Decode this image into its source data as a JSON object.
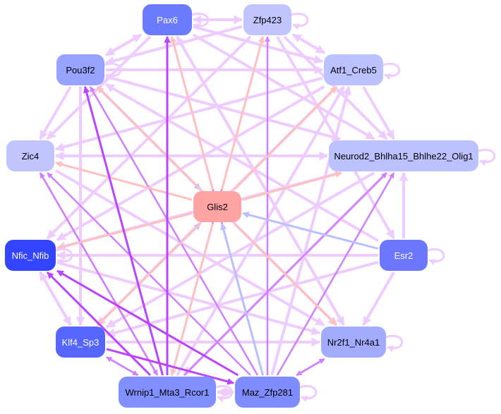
{
  "nodes": [
    {
      "id": "Pax6",
      "label": "Pax6",
      "color": "#6b7bff",
      "dark": true
    },
    {
      "id": "Zfp423",
      "label": "Zfp423",
      "color": "#c0c4ff",
      "dark": false
    },
    {
      "id": "Pou3f2",
      "label": "Pou3f2",
      "color": "#98a2ff",
      "dark": false
    },
    {
      "id": "Atf1_Creb5",
      "label": "Atf1_Creb5",
      "color": "#bcc2ff",
      "dark": false
    },
    {
      "id": "Zic4",
      "label": "Zic4",
      "color": "#c0c4ff",
      "dark": false
    },
    {
      "id": "Neurod2",
      "label": "Neurod2_Bhlha15_Bhlhe22_Olig1",
      "color": "#bcc2ff",
      "dark": false
    },
    {
      "id": "Glis2",
      "label": "Glis2",
      "color": "#ffa3a3",
      "dark": false
    },
    {
      "id": "Nfic_Nfib",
      "label": "Nfic_Nfib",
      "color": "#3344ff",
      "dark": true
    },
    {
      "id": "Esr2",
      "label": "Esr2",
      "color": "#6b77ff",
      "dark": true
    },
    {
      "id": "Klf4_Sp3",
      "label": "Klf4_Sp3",
      "color": "#5566ff",
      "dark": true
    },
    {
      "id": "Nr2f1_Nr4a1",
      "label": "Nr2f1_Nr4a1",
      "color": "#a3abff",
      "dark": false
    },
    {
      "id": "Wrnip1",
      "label": "Wrnip1_Mta3_Rcor1",
      "color": "#8090ff",
      "dark": false
    },
    {
      "id": "Maz_Zfp281",
      "label": "Maz_Zfp281",
      "color": "#7f8cff",
      "dark": false
    }
  ],
  "edge_colors": {
    "light": "#eeccff",
    "mid": "#d080ff",
    "strong": "#bb44ff",
    "pink": "#ffc0c0",
    "blue": "#b8c0ff"
  },
  "edges": [
    [
      "Pax6",
      "Zfp423",
      "light"
    ],
    [
      "Zfp423",
      "Pax6",
      "light"
    ],
    [
      "Pax6",
      "Pou3f2",
      "light"
    ],
    [
      "Pou3f2",
      "Pax6",
      "light"
    ],
    [
      "Pax6",
      "Atf1_Creb5",
      "light"
    ],
    [
      "Pax6",
      "Neurod2",
      "light"
    ],
    [
      "Pax6",
      "Nr2f1_Nr4a1",
      "light"
    ],
    [
      "Pax6",
      "Zic4",
      "light"
    ],
    [
      "Zfp423",
      "Atf1_Creb5",
      "light"
    ],
    [
      "Atf1_Creb5",
      "Zfp423",
      "light"
    ],
    [
      "Zfp423",
      "Pou3f2",
      "light"
    ],
    [
      "Zfp423",
      "Neurod2",
      "light"
    ],
    [
      "Zfp423",
      "Nfic_Nfib",
      "light"
    ],
    [
      "Zfp423",
      "Esr2",
      "light"
    ],
    [
      "Pou3f2",
      "Atf1_Creb5",
      "light"
    ],
    [
      "Pou3f2",
      "Neurod2",
      "light"
    ],
    [
      "Pou3f2",
      "Zic4",
      "light"
    ],
    [
      "Pou3f2",
      "Klf4_Sp3",
      "light"
    ],
    [
      "Pou3f2",
      "Nr2f1_Nr4a1",
      "light"
    ],
    [
      "Pou3f2",
      "Glis2",
      "blue"
    ],
    [
      "Atf1_Creb5",
      "Neurod2",
      "light"
    ],
    [
      "Atf1_Creb5",
      "Zic4",
      "light"
    ],
    [
      "Atf1_Creb5",
      "Klf4_Sp3",
      "light"
    ],
    [
      "Atf1_Creb5",
      "Nfic_Nfib",
      "light"
    ],
    [
      "Zic4",
      "Neurod2",
      "light"
    ],
    [
      "Zic4",
      "Nr2f1_Nr4a1",
      "light"
    ],
    [
      "Zic4",
      "Wrnip1",
      "mid"
    ],
    [
      "Wrnip1",
      "Zic4",
      "mid"
    ],
    [
      "Neurod2",
      "Zic4",
      "light"
    ],
    [
      "Neurod2",
      "Nfic_Nfib",
      "light"
    ],
    [
      "Neurod2",
      "Klf4_Sp3",
      "light"
    ],
    [
      "Neurod2",
      "Wrnip1",
      "light"
    ],
    [
      "Esr2",
      "Neurod2",
      "light"
    ],
    [
      "Esr2",
      "Nr2f1_Nr4a1",
      "light"
    ],
    [
      "Esr2",
      "Klf4_Sp3",
      "light"
    ],
    [
      "Esr2",
      "Glis2",
      "blue"
    ],
    [
      "Esr2",
      "Nfic_Nfib",
      "light"
    ],
    [
      "Nfic_Nfib",
      "Klf4_Sp3",
      "light"
    ],
    [
      "Klf4_Sp3",
      "Nfic_Nfib",
      "light"
    ],
    [
      "Nfic_Nfib",
      "Nr2f1_Nr4a1",
      "light"
    ],
    [
      "Maz_Zfp281",
      "Nfic_Nfib",
      "strong"
    ],
    [
      "Wrnip1",
      "Nfic_Nfib",
      "strong"
    ],
    [
      "Klf4_Sp3",
      "Nr2f1_Nr4a1",
      "light"
    ],
    [
      "Klf4_Sp3",
      "Maz_Zfp281",
      "strong"
    ],
    [
      "Klf4_Sp3",
      "Wrnip1",
      "mid"
    ],
    [
      "Wrnip1",
      "Klf4_Sp3",
      "mid"
    ],
    [
      "Maz_Zfp281",
      "Nr2f1_Nr4a1",
      "mid"
    ],
    [
      "Nr2f1_Nr4a1",
      "Maz_Zfp281",
      "mid"
    ],
    [
      "Wrnip1",
      "Maz_Zfp281",
      "light"
    ],
    [
      "Maz_Zfp281",
      "Wrnip1",
      "light"
    ],
    [
      "Wrnip1",
      "Pax6",
      "strong"
    ],
    [
      "Maz_Zfp281",
      "Pax6",
      "mid"
    ],
    [
      "Wrnip1",
      "Pou3f2",
      "strong"
    ],
    [
      "Maz_Zfp281",
      "Pou3f2",
      "mid"
    ],
    [
      "Maz_Zfp281",
      "Zfp423",
      "mid"
    ],
    [
      "Wrnip1",
      "Zfp423",
      "mid"
    ],
    [
      "Maz_Zfp281",
      "Atf1_Creb5",
      "light"
    ],
    [
      "Wrnip1",
      "Atf1_Creb5",
      "light"
    ],
    [
      "Maz_Zfp281",
      "Neurod2",
      "mid"
    ],
    [
      "Wrnip1",
      "Neurod2",
      "mid"
    ],
    [
      "Maz_Zfp281",
      "Zic4",
      "mid"
    ],
    [
      "Maz_Zfp281",
      "Glis2",
      "blue"
    ],
    [
      "Klf4_Sp3",
      "Glis2",
      "blue"
    ],
    [
      "Glis2",
      "Pax6",
      "pink"
    ],
    [
      "Glis2",
      "Zfp423",
      "pink"
    ],
    [
      "Glis2",
      "Atf1_Creb5",
      "pink"
    ],
    [
      "Glis2",
      "Neurod2",
      "pink"
    ],
    [
      "Glis2",
      "Zic4",
      "pink"
    ],
    [
      "Glis2",
      "Nfic_Nfib",
      "pink"
    ],
    [
      "Glis2",
      "Klf4_Sp3",
      "pink"
    ],
    [
      "Glis2",
      "Nr2f1_Nr4a1",
      "pink"
    ],
    [
      "Glis2",
      "Wrnip1",
      "pink"
    ],
    [
      "Glis2",
      "Pou3f2",
      "pink"
    ],
    [
      "Nr2f1_Nr4a1",
      "Pax6",
      "light"
    ],
    [
      "Esr2",
      "Pou3f2",
      "light"
    ]
  ],
  "self_loops": [
    "Pax6",
    "Zfp423",
    "Atf1_Creb5",
    "Neurod2",
    "Nfic_Nfib",
    "Esr2",
    "Nr2f1_Nr4a1",
    "Wrnip1",
    "Maz_Zfp281",
    "Pou3f2"
  ]
}
